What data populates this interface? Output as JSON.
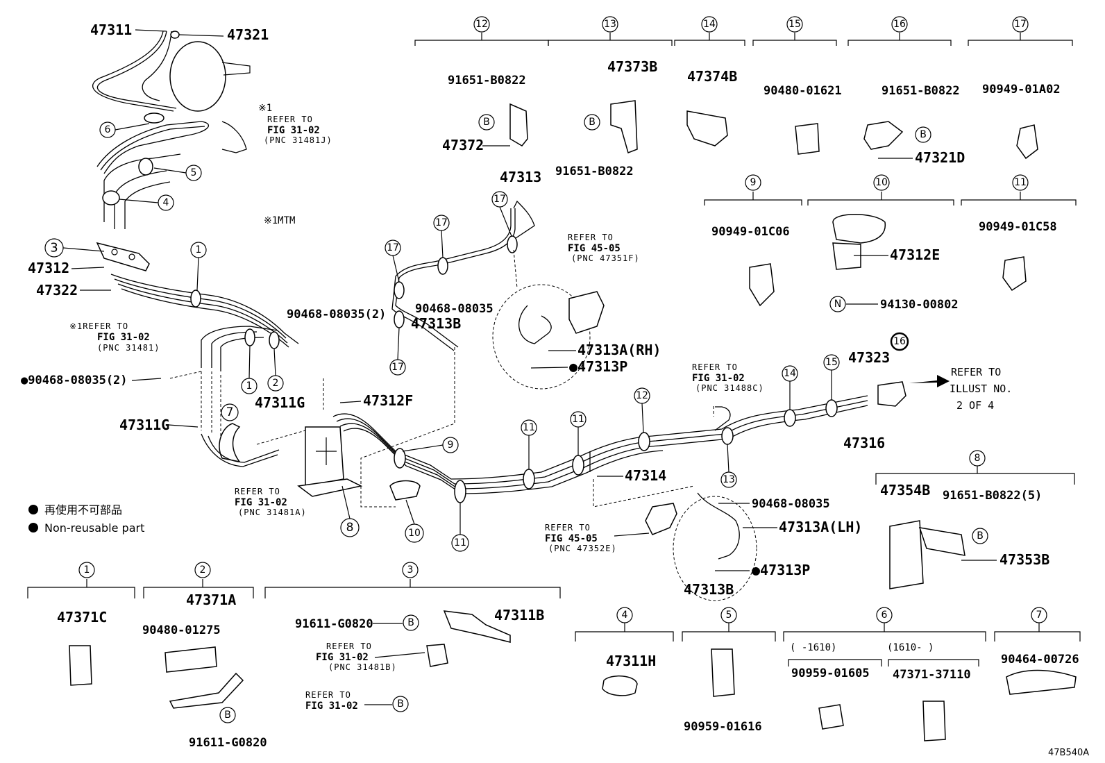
{
  "labels": {
    "p47311": "47311",
    "p47321": "47321",
    "ref_star1": "※1",
    "refer_to_1": "REFER TO",
    "fig_3102_1": "FIG 31-02",
    "pnc_31481j": "(PNC 31481J)",
    "star_1mtm": "※1MTM",
    "p47312": "47312",
    "p47322": "47322",
    "ref_star1b": "※1REFER TO",
    "fig_3102_2": "FIG 31-02",
    "pnc_31481": "(PNC 31481)",
    "p90468_08035_2a": "90468-08035(2)",
    "p90468_08035_2b": "●90468-08035(2)",
    "p47311g_a": "47311G",
    "p47311g_b": "47311G",
    "p47312f": "47312F",
    "refer_to_3": "REFER TO",
    "fig_3102_3": "FIG 31-02",
    "pnc_31481a": "(PNC 31481A)",
    "p47313": "47313",
    "p90468_08035": "90468-08035",
    "p47313b": "47313B",
    "p47313a_rh": "47313A(RH)",
    "p47313p_a": "●47313P",
    "refer_to_4": "REFER TO",
    "fig_4505_1": "FIG 45-05",
    "pnc_47351f": "(PNC 47351F)",
    "refer_to_5": "REFER TO",
    "fig_3102_5": "FIG 31-02",
    "pnc_31488c": "(PNC 31488C)",
    "p47323": "47323",
    "p47316": "47316",
    "refer_illust": "REFER TO",
    "illust_no": "ILLUST NO.",
    "illust_of": "2 OF 4",
    "p47314": "47314",
    "p90468_08035_b": "90468-08035",
    "p47313a_lh": "47313A(LH)",
    "refer_to_6": "REFER TO",
    "fig_4505_2": "FIG 45-05",
    "pnc_47352e": "(PNC 47352E)",
    "p47313p_b": "●47313P",
    "p47313b_b": "47313B",
    "legend_jp": "再使用不可部品",
    "legend_en": "Non-reusable part",
    "diagram_id": "47B540A"
  },
  "callouts": {
    "c12": "12",
    "c13": "13",
    "c14": "14",
    "c15": "15",
    "c16": "16",
    "c17": "17",
    "c9": "9",
    "c10": "10",
    "c11": "11",
    "c8": "8",
    "c1": "1",
    "c2": "2",
    "c3": "3",
    "c4": "4",
    "c5": "5",
    "c6": "6",
    "c7": "7"
  },
  "group_parts": {
    "g12_a": "91651-B0822",
    "g12_b": "47372",
    "g13_a": "47373B",
    "g13_b": "91651-B0822",
    "g14_a": "47374B",
    "g15_a": "90480-01621",
    "g16_a": "91651-B0822",
    "g16_b": "47321D",
    "g17_a": "90949-01A02",
    "g9_a": "90949-01C06",
    "g10_a": "47312E",
    "g10_b": "94130-00802",
    "g11_a": "90949-01C58",
    "g8_a": "47354B",
    "g8_b": "91651-B0822(5)",
    "g8_c": "47353B",
    "g1_a": "47371C",
    "g2_a": "47371A",
    "g2_b": "90480-01275",
    "g2_c": "91611-G0820",
    "g3_a": "91611-G0820",
    "g3_b": "47311B",
    "g3_ref1": "REFER TO",
    "g3_fig1": "FIG 31-02",
    "g3_pnc1": "(PNC 31481B)",
    "g3_ref2": "REFER TO",
    "g3_fig2": "FIG 31-02",
    "g4_a": "47311H",
    "g5_a": "90959-01616",
    "g6_range1": "(    -1610)",
    "g6_range2": "(1610-    )",
    "g6_a": "90959-01605",
    "g6_b": "47371-37110",
    "g7_a": "90464-00726"
  },
  "markers": {
    "b": "B",
    "n": "N"
  }
}
